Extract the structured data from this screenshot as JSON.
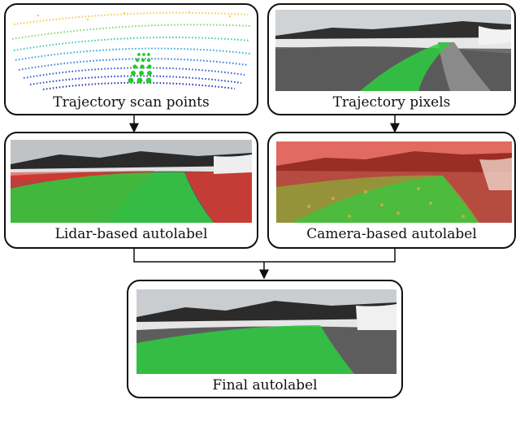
{
  "diagram": {
    "nodes": {
      "scan_points": {
        "label": "Trajectory scan points"
      },
      "pixels": {
        "label": "Trajectory pixels"
      },
      "lidar": {
        "label": "Lidar-based autolabel"
      },
      "camera": {
        "label": "Camera-based autolabel"
      },
      "final": {
        "label": "Final autolabel"
      }
    },
    "edges": [
      {
        "from": "scan_points",
        "to": "lidar"
      },
      {
        "from": "pixels",
        "to": "camera"
      },
      {
        "from": "lidar",
        "to": "final"
      },
      {
        "from": "camera",
        "to": "final"
      }
    ],
    "colors": {
      "road_label": "#2ecc40",
      "non_road_label": "#e8322a",
      "border": "#111111"
    }
  }
}
